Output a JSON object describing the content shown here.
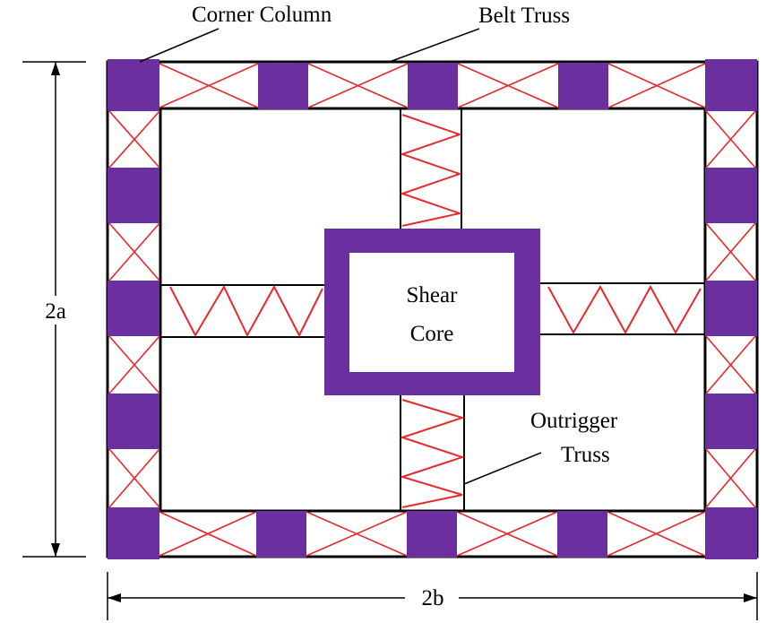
{
  "labels": {
    "corner_column": "Corner Column",
    "belt_truss": "Belt Truss",
    "shear_core_line1": "Shear",
    "shear_core_line2": "Core",
    "outrigger_line1": "Outrigger",
    "outrigger_line2": "Truss",
    "height_dim": "2a",
    "width_dim": "2b"
  },
  "colors": {
    "column_fill": "#6b2fa0",
    "truss_red": "#e8282a",
    "outline": "#000000"
  }
}
